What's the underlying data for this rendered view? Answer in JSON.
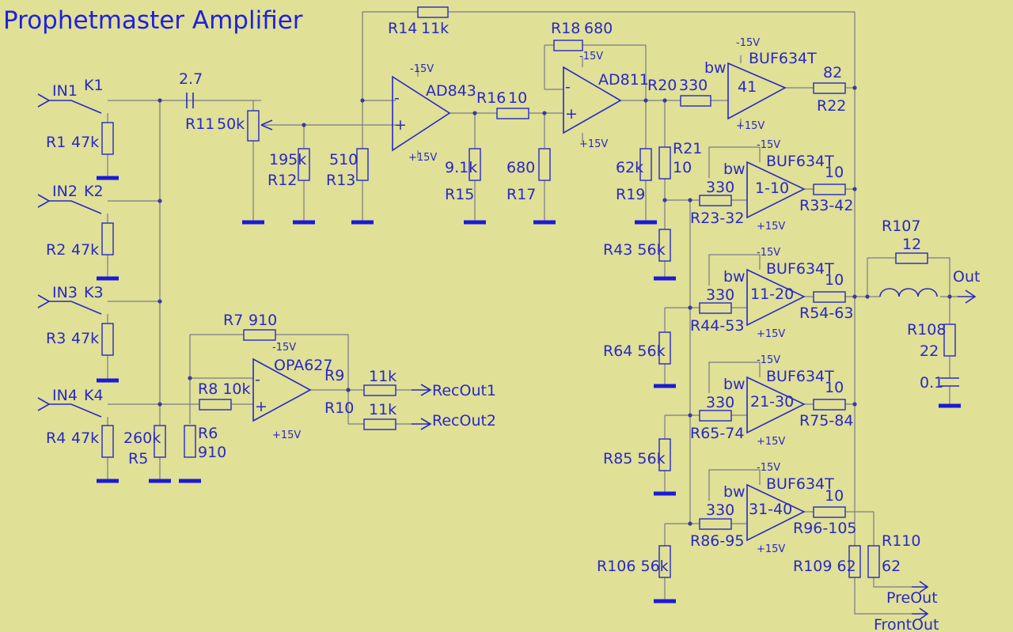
{
  "title": "Prophetmaster Amplifier",
  "inputs": [
    {
      "jack": "IN1",
      "switch": "K1",
      "resistor": "R1",
      "value": "47k"
    },
    {
      "jack": "IN2",
      "switch": "K2",
      "resistor": "R2",
      "value": "47k"
    },
    {
      "jack": "IN3",
      "switch": "K3",
      "resistor": "R3",
      "value": "47k"
    },
    {
      "jack": "IN4",
      "switch": "K4",
      "resistor": "R4",
      "value": "47k"
    }
  ],
  "input_stage": {
    "cap_value": "2.7",
    "pot_name": "R11",
    "pot_value": "50k",
    "r12_value": "195k",
    "r12_name": "R12",
    "r13_value": "510",
    "r13_name": "R13",
    "r14_name": "R14",
    "r14_value": "11k",
    "r15_value": "9.1k",
    "r15_name": "R15",
    "r16_name": "R16",
    "r16_value": "10",
    "r17_value": "680",
    "r17_name": "R17",
    "r18_name": "R18",
    "r18_value": "680",
    "r19_value": "62k",
    "r19_name": "R19",
    "r20_name": "R20",
    "r20_value": "330",
    "r21_name": "R21",
    "r21_value": "10",
    "r22_value": "82",
    "r22_name": "R22",
    "r43_label": "R43 56k"
  },
  "opamps": {
    "ad843": "AD843",
    "ad811": "AD811",
    "buf_main": "BUF634T",
    "buf_main_num": "41",
    "neg_supply": "-15V",
    "pos_supply": "+15V",
    "bw": "bw",
    "minus": "-",
    "plus": "+"
  },
  "buffers": [
    {
      "part": "BUF634T",
      "num": "1-10",
      "in_value": "330",
      "in_name": "R23-32",
      "out_value": "10",
      "out_name": "R33-42",
      "shunt": ""
    },
    {
      "part": "BUF634T",
      "num": "11-20",
      "in_value": "330",
      "in_name": "R44-53",
      "out_value": "10",
      "out_name": "R54-63",
      "shunt": "R64 56k"
    },
    {
      "part": "BUF634T",
      "num": "21-30",
      "in_value": "330",
      "in_name": "R65-74",
      "out_value": "10",
      "out_name": "R75-84",
      "shunt": "R85 56k"
    },
    {
      "part": "BUF634T",
      "num": "31-40",
      "in_value": "330",
      "in_name": "R86-95",
      "out_value": "10",
      "out_name": "R96-105",
      "shunt": "R106 56k"
    }
  ],
  "output_stage": {
    "r107_name": "R107",
    "r107_value": "12",
    "out_label": "Out",
    "r108_name": "R108",
    "r108_value": "22",
    "cap_value": "0.1",
    "r109_label": "R109 62",
    "r110_name": "R110",
    "r110_value": "62",
    "preout": "PreOut",
    "frontout": "FrontOut"
  },
  "record_stage": {
    "r7_name": "R7",
    "r7_value": "910",
    "opa": "OPA627",
    "r9_name": "R9",
    "r10_name": "R10",
    "r9_value": "11k",
    "r10_value": "11k",
    "recout1": "RecOut1",
    "recout2": "RecOut2",
    "r8_label": "R8 10k",
    "r6_name": "R6",
    "r6_value": "910",
    "r5_value": "260k",
    "r5_name": "R5"
  }
}
